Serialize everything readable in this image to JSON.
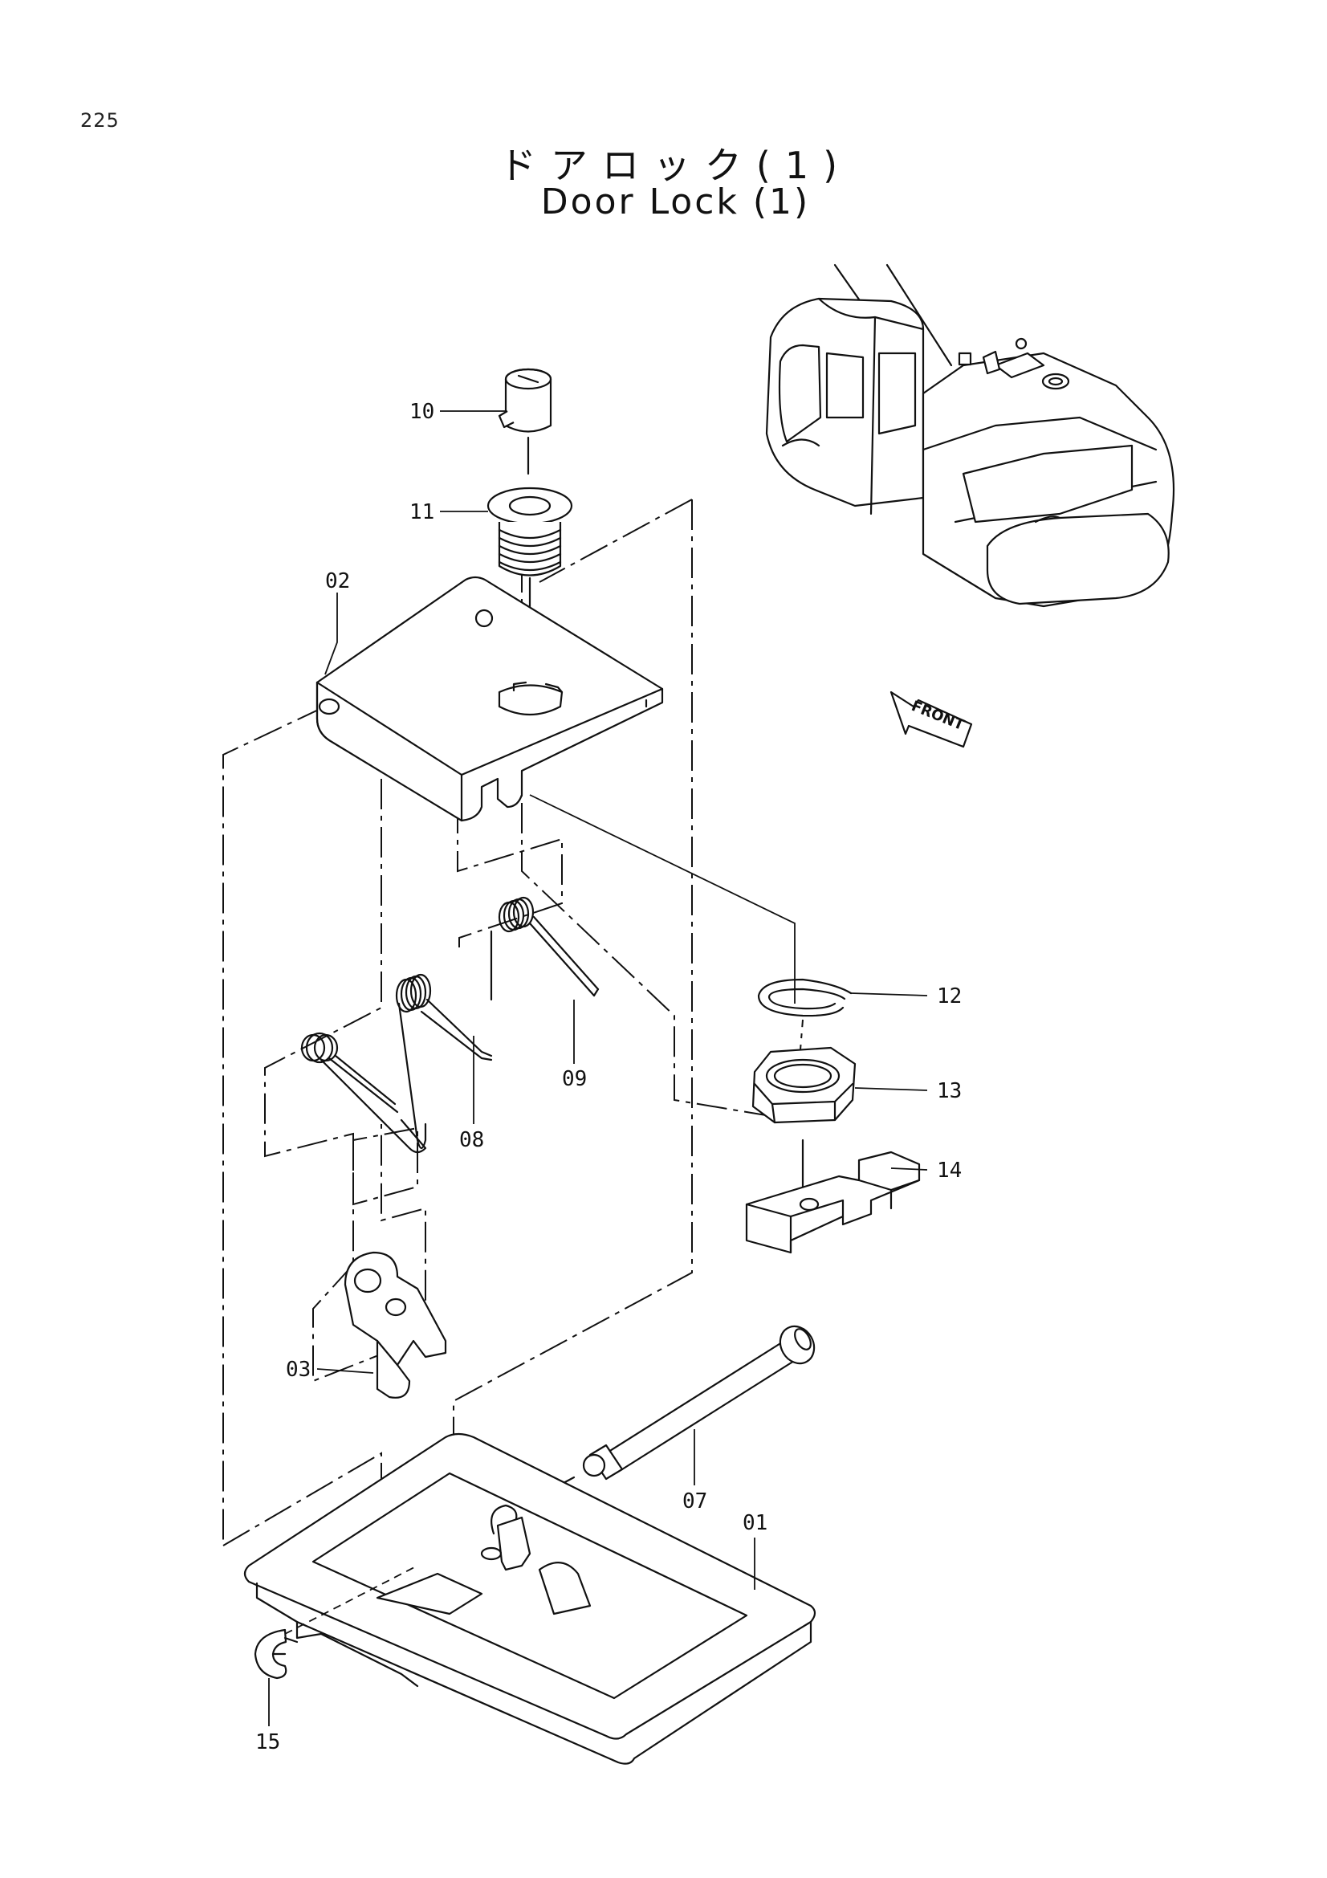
{
  "page_number": "225",
  "title_jp": "ドアロック(1)",
  "title_en": "Door Lock (1)",
  "front_label": "FRONT",
  "callouts": [
    {
      "id": "01",
      "label": "01"
    },
    {
      "id": "02",
      "label": "02"
    },
    {
      "id": "03",
      "label": "03"
    },
    {
      "id": "07",
      "label": "07"
    },
    {
      "id": "08",
      "label": "08"
    },
    {
      "id": "09",
      "label": "09"
    },
    {
      "id": "10",
      "label": "10"
    },
    {
      "id": "11",
      "label": "11"
    },
    {
      "id": "12",
      "label": "12"
    },
    {
      "id": "13",
      "label": "13"
    },
    {
      "id": "14",
      "label": "14"
    },
    {
      "id": "15",
      "label": "15"
    }
  ]
}
